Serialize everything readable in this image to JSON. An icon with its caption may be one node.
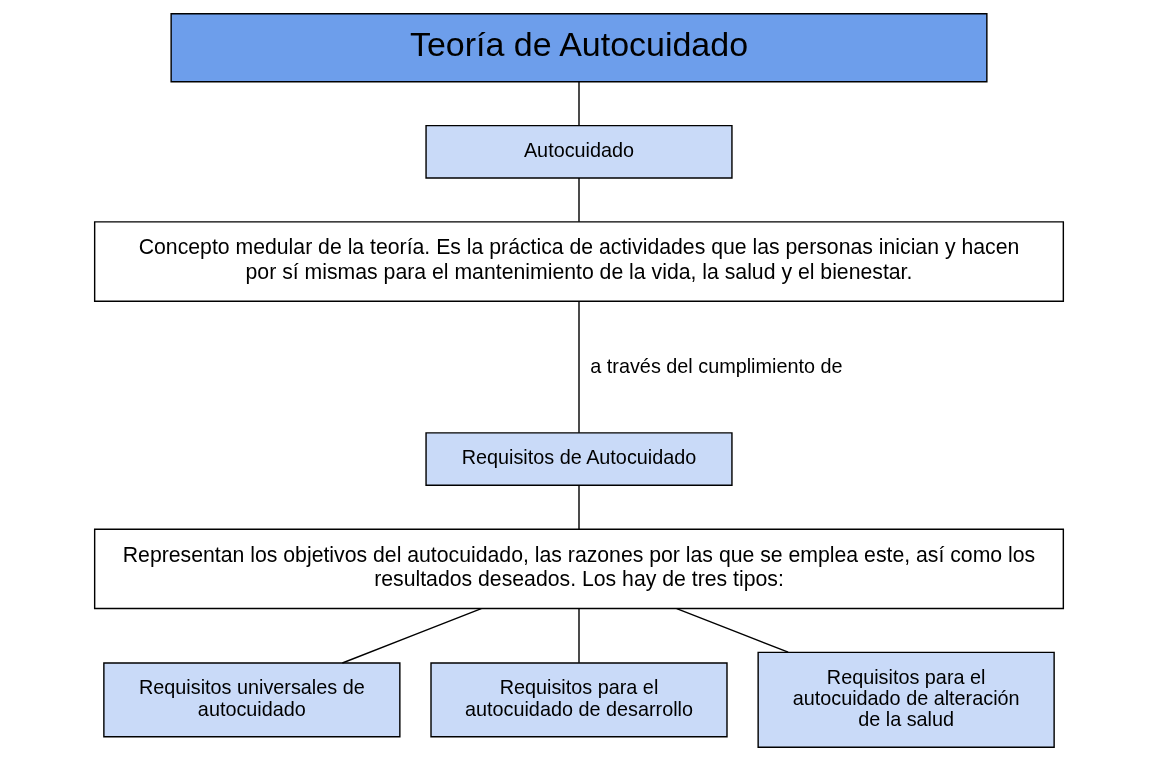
{
  "diagram": {
    "nodes": [
      {
        "text": [
          "Teoría de Autocuidado"
        ]
      },
      {
        "text": [
          "Autocuidado"
        ]
      },
      {
        "text": [
          "Concepto medular de la teoría. Es la práctica de actividades que las personas inician y hacen por sí mismas para el mantenimiento de la vida, la salud y el bienestar."
        ]
      },
      {
        "text": [
          "Requisitos de Autocuidado"
        ]
      },
      {
        "text": [
          "Representan los objetivos del autocuidado, las razones por las que se emplea este, así como los resultados deseados. Los hay de tres tipos:"
        ]
      },
      {
        "text": [
          "Requisitos universales de autocuidado"
        ]
      },
      {
        "text": [
          "Requisitos para el autocuidado de desarrollo"
        ]
      },
      {
        "text": [
          "Requisitos para el autocuidado de alteración de la salud"
        ]
      }
    ],
    "edges": [
      {
        "from": 0,
        "to": 1,
        "arrow": "none"
      },
      {
        "from": 1,
        "to": 2,
        "arrow": "none"
      },
      {
        "from": 2,
        "to": 3,
        "arrow": "none",
        "label": "a través del cumplimiento de"
      },
      {
        "from": 3,
        "to": 4,
        "arrow": "none"
      },
      {
        "from": 4,
        "to": 5,
        "arrow": "none"
      },
      {
        "from": 4,
        "to": 6,
        "arrow": "none"
      },
      {
        "from": 4,
        "to": 7,
        "arrow": "none"
      }
    ]
  }
}
